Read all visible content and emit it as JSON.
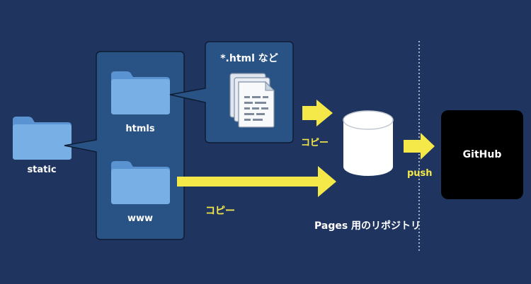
{
  "labels": {
    "static": "static",
    "htmls": "htmls",
    "www": "www",
    "html_files": "*.html など",
    "copy_top": "コピー",
    "copy_bottom": "コピー",
    "push": "push",
    "repo": "Pages 用のリポジトリ",
    "github": "GitHub"
  },
  "colors": {
    "background": "#1f3560",
    "panel": "#2a5385",
    "folder": "#6ea6e0",
    "arrow": "#f5e94a",
    "github_box": "#000000"
  },
  "icons": [
    "folder-icon",
    "document-stack-icon",
    "database-icon",
    "arrow-icon"
  ]
}
